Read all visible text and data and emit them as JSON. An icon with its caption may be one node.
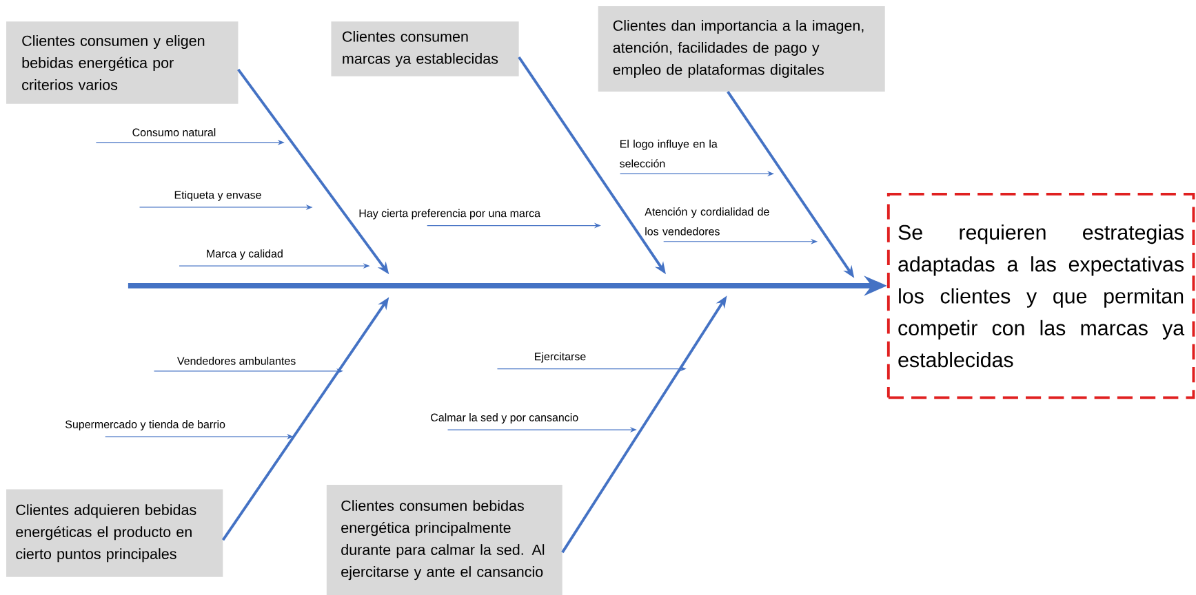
{
  "diagram": {
    "nodes": [
      {
        "text": [
          "Clientes consumen y eligen bebidas energética por criterios varios"
        ]
      },
      {
        "text": [
          "Clientes consumen marcas ya establecidas"
        ]
      },
      {
        "text": [
          "Clientes dan importancia a la imagen, atención, facilidades de pago y empleo de plataformas digitales"
        ]
      },
      {
        "text": [
          "El logo influye en la selección"
        ]
      },
      {
        "text": [
          "Consumo natural"
        ]
      },
      {
        "text": [
          "Atención y cordialidad de los vendedores"
        ]
      },
      {
        "text": [
          "Etiqueta y envase"
        ]
      },
      {
        "text": [
          "Hay cierta preferencia por una marca"
        ]
      },
      {
        "text": [
          "Marca y calidad"
        ]
      },
      {
        "text": [
          "Se requieren estrategias adaptadas a las expectativas los clientes y que permitan competir con las marcas ya establecidas"
        ]
      },
      {
        "text": [
          "Vendedores ambulantes"
        ]
      },
      {
        "text": [
          "Ejercitarse"
        ]
      },
      {
        "text": [
          "Supermercado y tienda de barrio"
        ]
      },
      {
        "text": [
          "Calmar la sed y por cansancio"
        ]
      },
      {
        "text": [
          "Clientes adquieren bebidas energéticas el producto en cierto puntos principales"
        ]
      },
      {
        "text": [
          "Clientes consumen bebidas energética principalmente durante para calmar la sed. Al ejercitarse y ante el cansancio"
        ]
      }
    ],
    "edges": [
      {
        "from": null,
        "to": 9,
        "arrow": "to",
        "style": "thick"
      },
      {
        "from": 0,
        "to": null,
        "arrow": "to",
        "style": "thick"
      },
      {
        "from": 1,
        "to": null,
        "arrow": "to",
        "style": "thick"
      },
      {
        "from": 2,
        "to": null,
        "arrow": "to",
        "style": "thick"
      },
      {
        "from": 14,
        "to": null,
        "arrow": "to",
        "style": "thick"
      },
      {
        "from": 15,
        "to": null,
        "arrow": "to",
        "style": "thick"
      },
      {
        "from": 3,
        "to": null,
        "arrow": "to"
      },
      {
        "from": 4,
        "to": null,
        "arrow": "to"
      },
      {
        "from": 5,
        "to": null,
        "arrow": "to"
      },
      {
        "from": 6,
        "to": null,
        "arrow": "to"
      },
      {
        "from": 7,
        "to": null,
        "arrow": "to"
      },
      {
        "from": 8,
        "to": null,
        "arrow": "to"
      },
      {
        "from": 10,
        "to": null,
        "arrow": "to"
      },
      {
        "from": 11,
        "to": null,
        "arrow": "to"
      },
      {
        "from": 12,
        "to": null,
        "arrow": "to"
      },
      {
        "from": 13,
        "to": null,
        "arrow": "to"
      }
    ]
  }
}
